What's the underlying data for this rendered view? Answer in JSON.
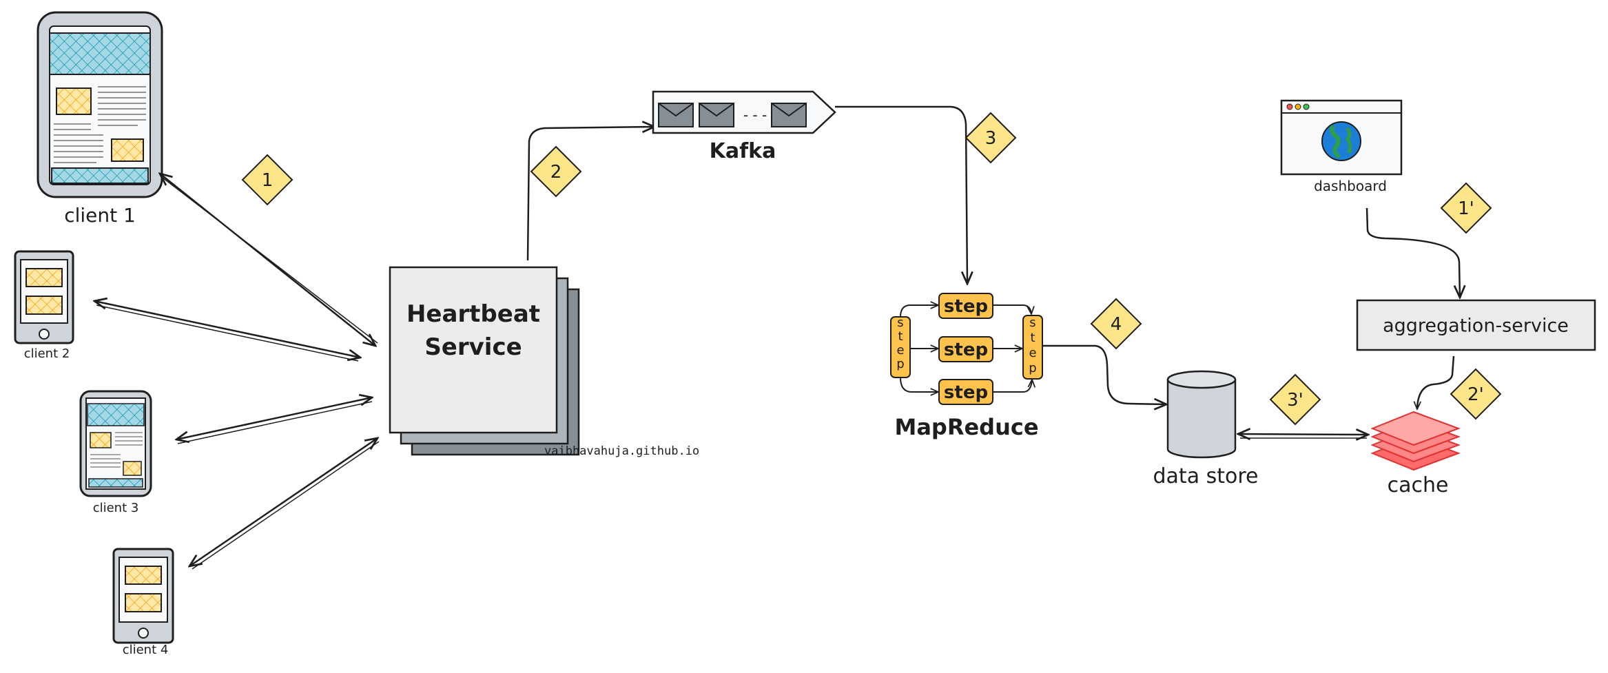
{
  "colors": {
    "stroke": "#1e1e1e",
    "teal": "#a5d8e6",
    "orange": "#ffd27a",
    "badge": "#fde68a",
    "cylinder": "#ced4da",
    "cache": "#ff6b6b",
    "panel": "#ebebeb",
    "globe": "#1c7ed6",
    "land": "#2f9e44"
  },
  "clients": [
    {
      "label": "client 1"
    },
    {
      "label": "client 2"
    },
    {
      "label": "client 3"
    },
    {
      "label": "client 4"
    }
  ],
  "heartbeat": {
    "line1": "Heartbeat",
    "line2": "Service",
    "watermark": "vaibhavahuja.github.io"
  },
  "kafka": {
    "label": "Kafka",
    "ellipsis": "- - -"
  },
  "mapreduce": {
    "label": "MapReduce",
    "step_label": "step",
    "side_letters": [
      "s",
      "t",
      "e",
      "p"
    ]
  },
  "datastore": {
    "label": "data store"
  },
  "cache": {
    "label": "cache"
  },
  "dashboard": {
    "label": "dashboard"
  },
  "aggregation": {
    "label": "aggregation-service"
  },
  "badges": {
    "b1": "1",
    "b2": "2",
    "b3": "3",
    "b4": "4",
    "b1p": "1'",
    "b2p": "2'",
    "b3p": "3'"
  }
}
